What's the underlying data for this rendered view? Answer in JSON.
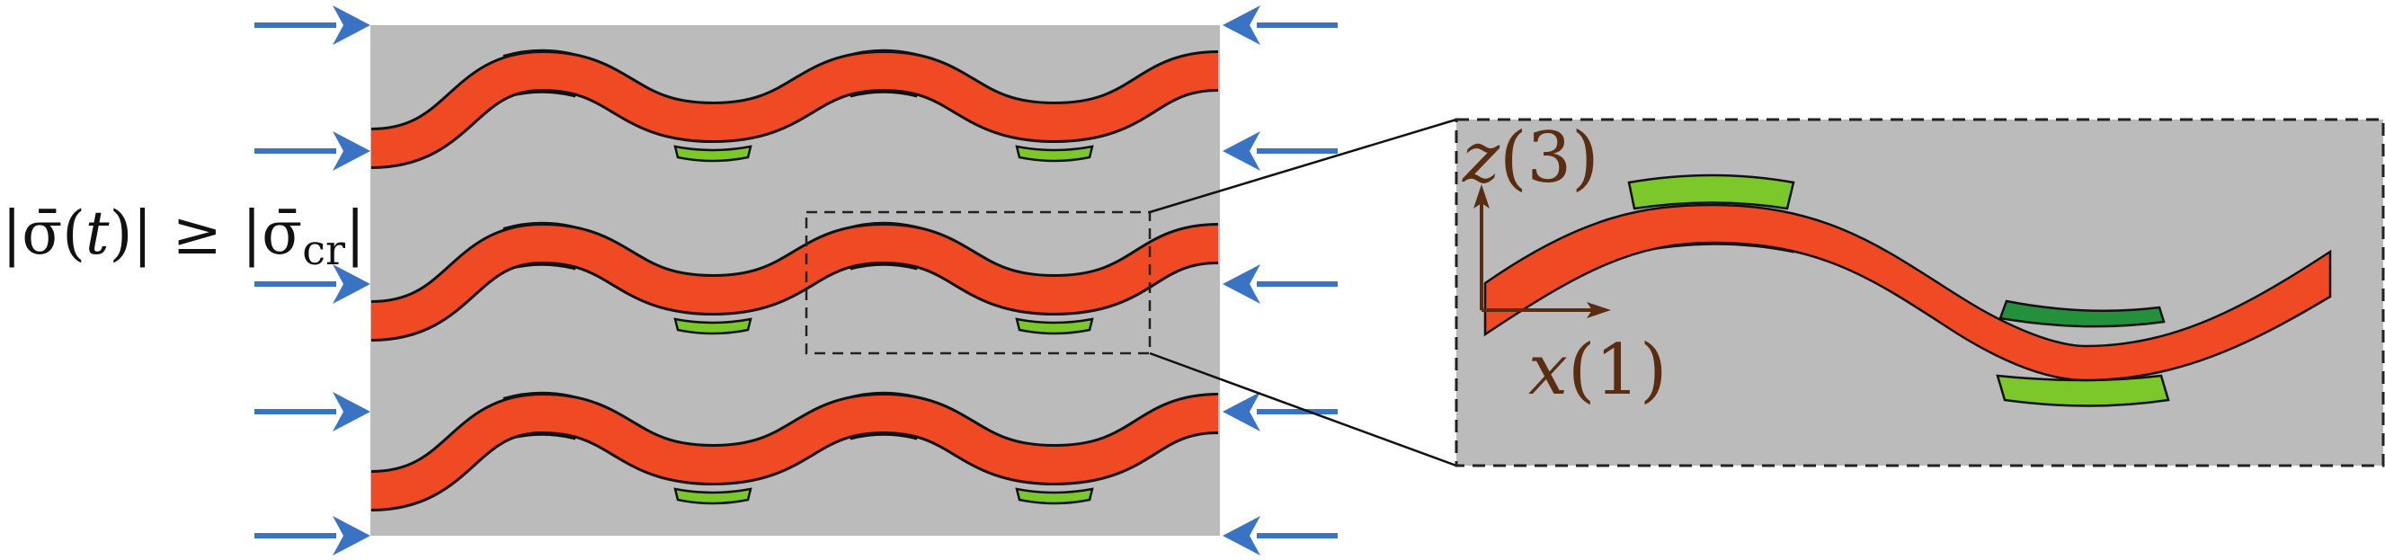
{
  "diagram": {
    "condition_label": "|σ̄(t)| ≥ |σ̄cr|",
    "condition_parts": {
      "lhs": "|σ̄(",
      "t": "t",
      "lhs_close": ")|",
      "op": "≥",
      "rhs_open": "|σ̄",
      "sub": "cr",
      "rhs_close": "|"
    },
    "axis_z_label": "z(3)",
    "axis_x_label": "x(1)",
    "axis_z": {
      "var": "z",
      "idx": "(3)"
    },
    "axis_x": {
      "var": "x",
      "idx": "(1)"
    },
    "colors": {
      "matrix": "#bcbbbb",
      "fiber": "#ef4a24",
      "coating_light": "#7cc82a",
      "coating_dark": "#23913b",
      "arrow": "#3b73c4",
      "axis": "#5a2d12",
      "outline": "#111111"
    },
    "icons": [
      "compression-arrow-icon",
      "axis-arrow-icon"
    ]
  }
}
